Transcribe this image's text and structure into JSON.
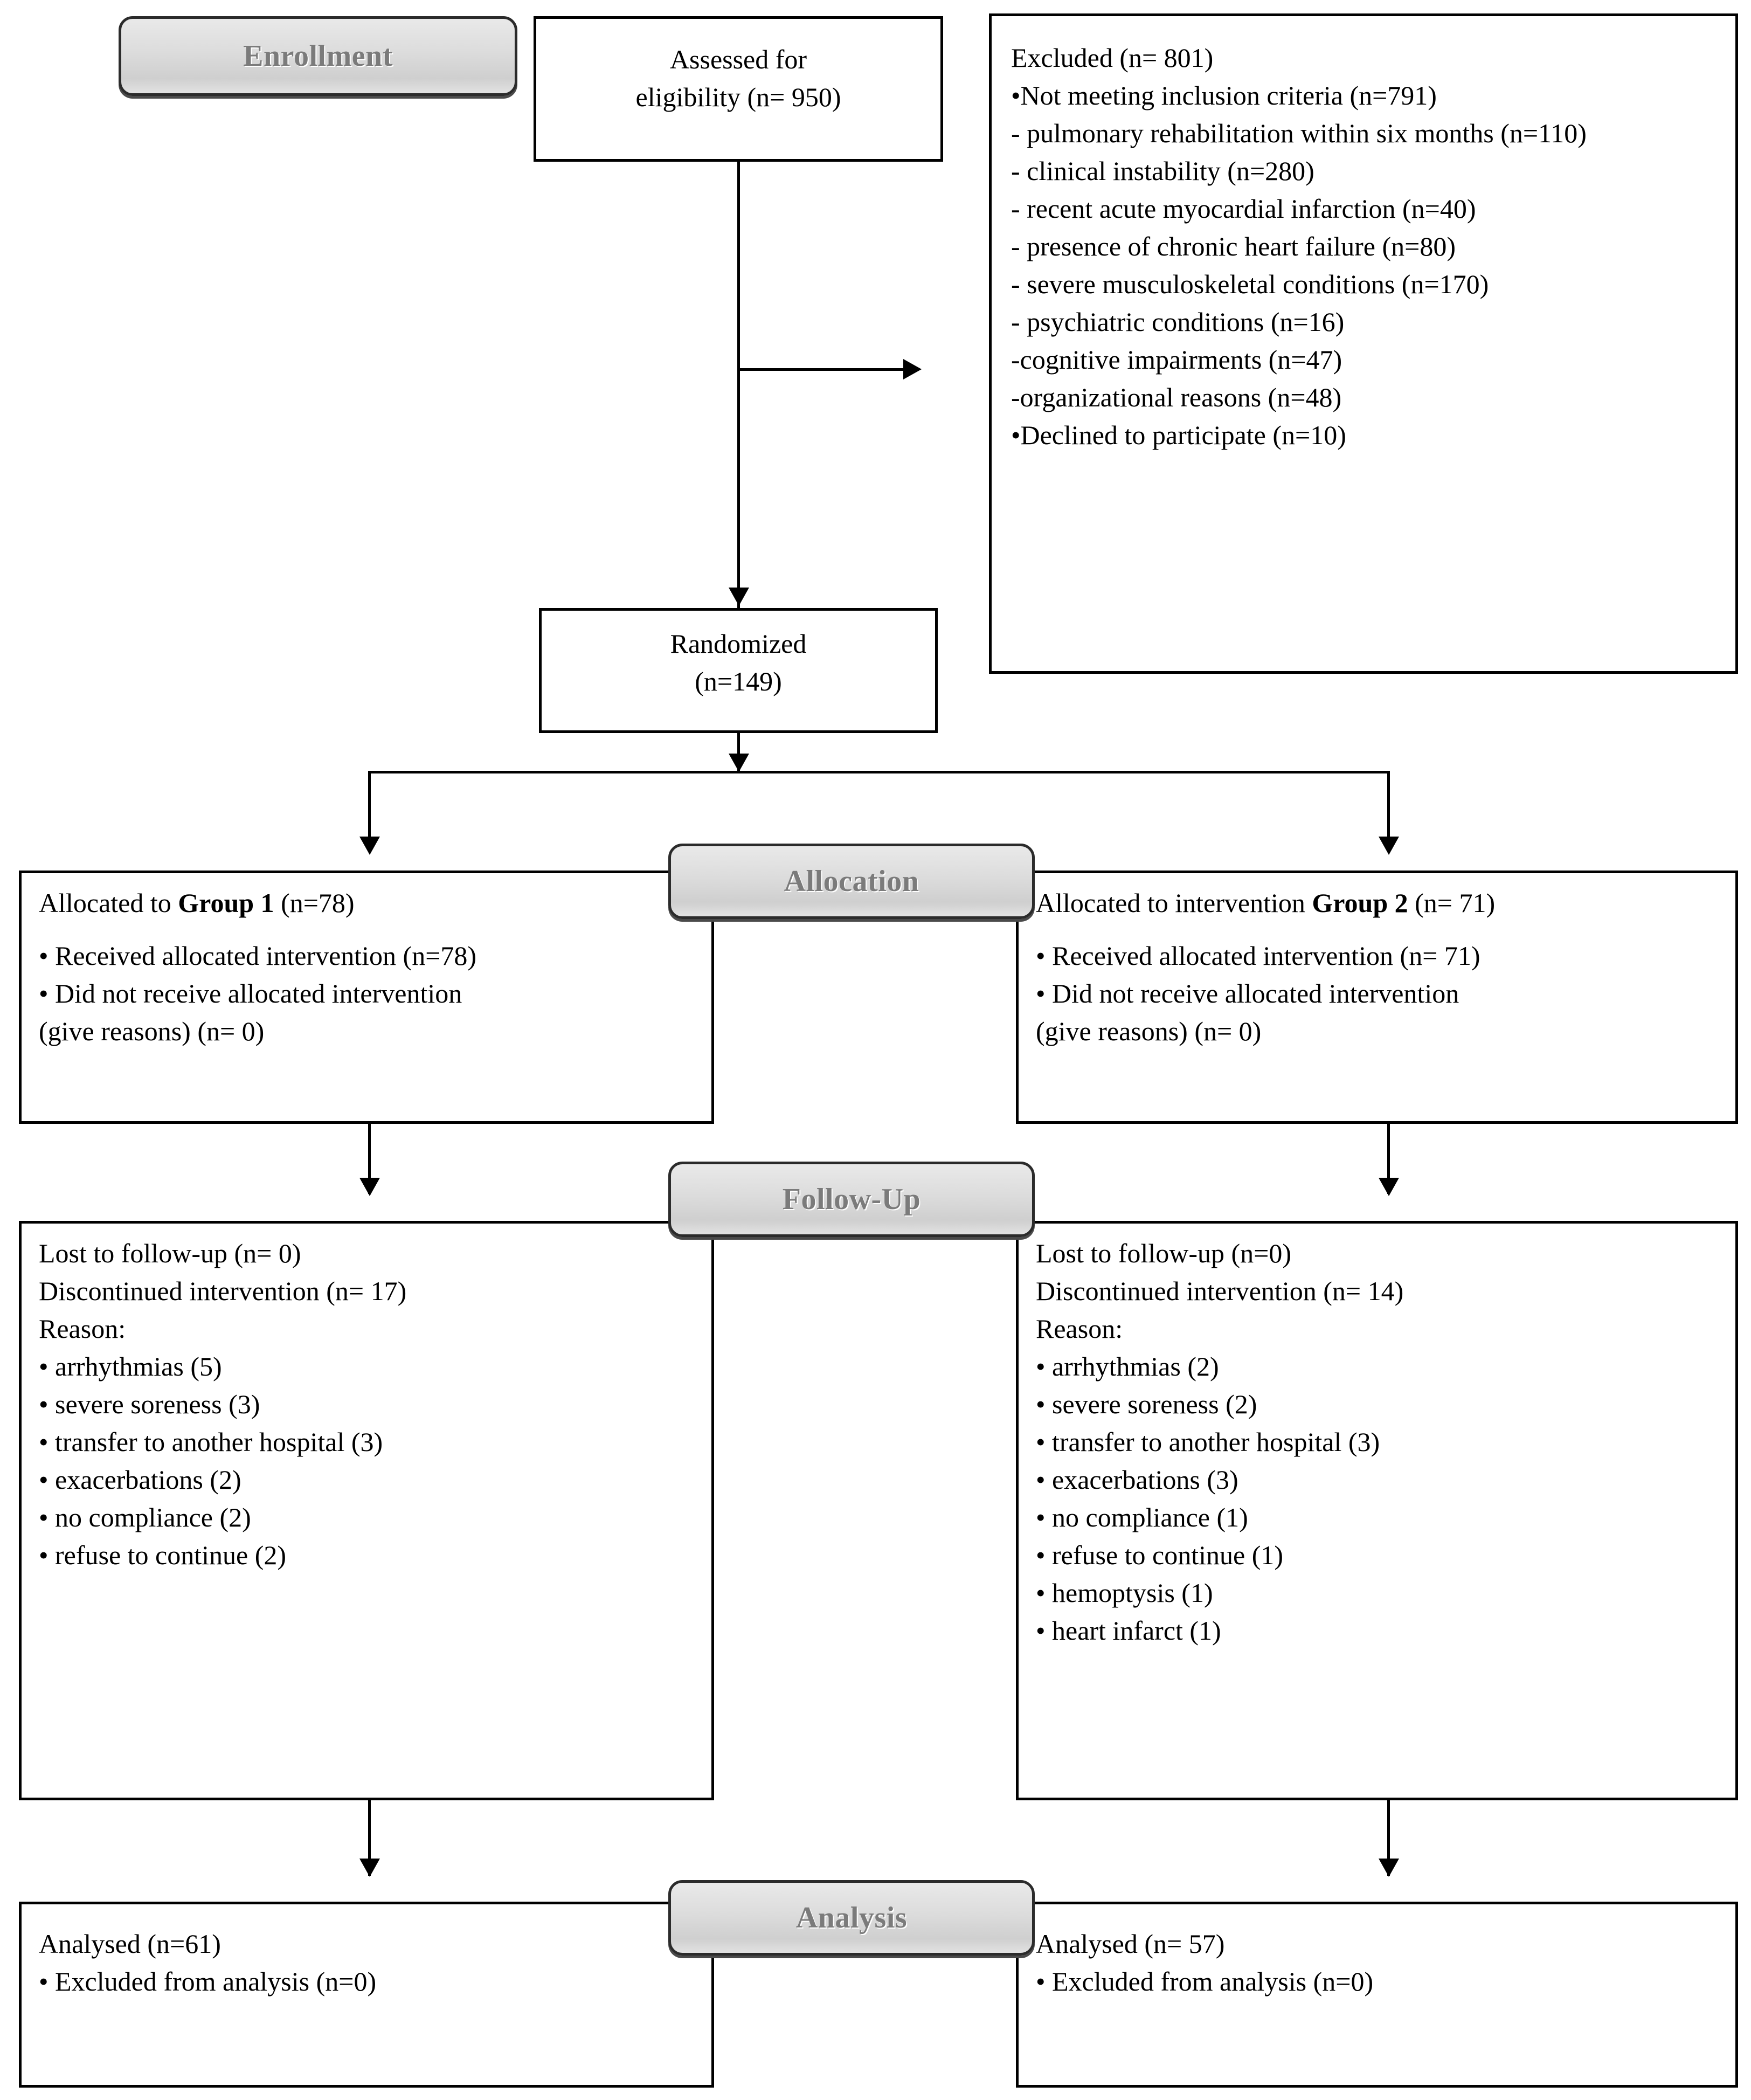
{
  "diagram": {
    "type": "CONSORT participant flow diagram",
    "stages": [
      {
        "id": "enrollment",
        "label": "Enrollment"
      },
      {
        "id": "allocation",
        "label": "Allocation"
      },
      {
        "id": "followup",
        "label": "Follow-Up"
      },
      {
        "id": "analysis",
        "label": "Analysis"
      }
    ]
  },
  "assessed": {
    "line1": "Assessed for",
    "line2": "eligibility  (n= 950)"
  },
  "excluded": {
    "title": "Excluded   (n= 801)",
    "items": [
      "•Not meeting  inclusion  criteria  (n=791)",
      "- pulmonary  rehabilitation  within  six months  (n=110)",
      "- clinical  instability  (n=280)",
      "- recent acute myocardial  infarction  (n=40)",
      "- presence of chronic heart failure  (n=80)",
      "- severe musculoskeletal  conditions  (n=170)",
      "- psychiatric  conditions  (n=16)",
      "-cognitive  impairments  (n=47)",
      "-organizational  reasons  (n=48)",
      "•Declined  to participate  (n=10)"
    ]
  },
  "randomized": {
    "line1": "Randomized",
    "line2": "(n=149)"
  },
  "allocation": {
    "left": {
      "title_prefix": "Allocated to ",
      "title_bold": "Group  1",
      "title_suffix": " (n=78)",
      "items": [
        "• Received  allocated  intervention  (n=78)",
        "• Did not receive  allocated  intervention",
        "(give  reasons)  (n= 0)"
      ]
    },
    "right": {
      "title_prefix": "Allocated to intervention  ",
      "title_bold": "Group  2",
      "title_suffix": " (n= 71)",
      "items": [
        "• Received  allocated  intervention  (n= 71)",
        "• Did not receive  allocated  intervention",
        "(give  reasons)  (n= 0)"
      ]
    }
  },
  "followup": {
    "left": {
      "lost": "Lost to follow-up  (n= 0)",
      "discontinued": "Discontinued  intervention  (n= 17)",
      "reason_label": "Reason:",
      "reasons": [
        "• arrhythmias  (5)",
        "• severe soreness (3)",
        "• transfer  to another  hospital (3)",
        "• exacerbations  (2)",
        "• no compliance  (2)",
        "• refuse  to continue  (2)"
      ]
    },
    "right": {
      "lost": "Lost to follow-up  (n=0)",
      "discontinued": "Discontinued  intervention  (n= 14)",
      "reason_label": "Reason:",
      "reasons": [
        "• arrhythmias  (2)",
        "• severe soreness  (2)",
        "• transfer  to another  hospital  (3)",
        "• exacerbations  (3)",
        "• no compliance  (1)",
        "• refuse  to continue  (1)",
        "• hemoptysis  (1)",
        "• heart  infarct  (1)"
      ]
    }
  },
  "analysis": {
    "left": {
      "analysed": "Analysed  (n=61)",
      "excluded": "• Excluded  from  analysis  (n=0)"
    },
    "right": {
      "analysed": "Analysed  (n= 57)",
      "excluded": "• Excluded  from  analysis  (n=0)"
    }
  }
}
